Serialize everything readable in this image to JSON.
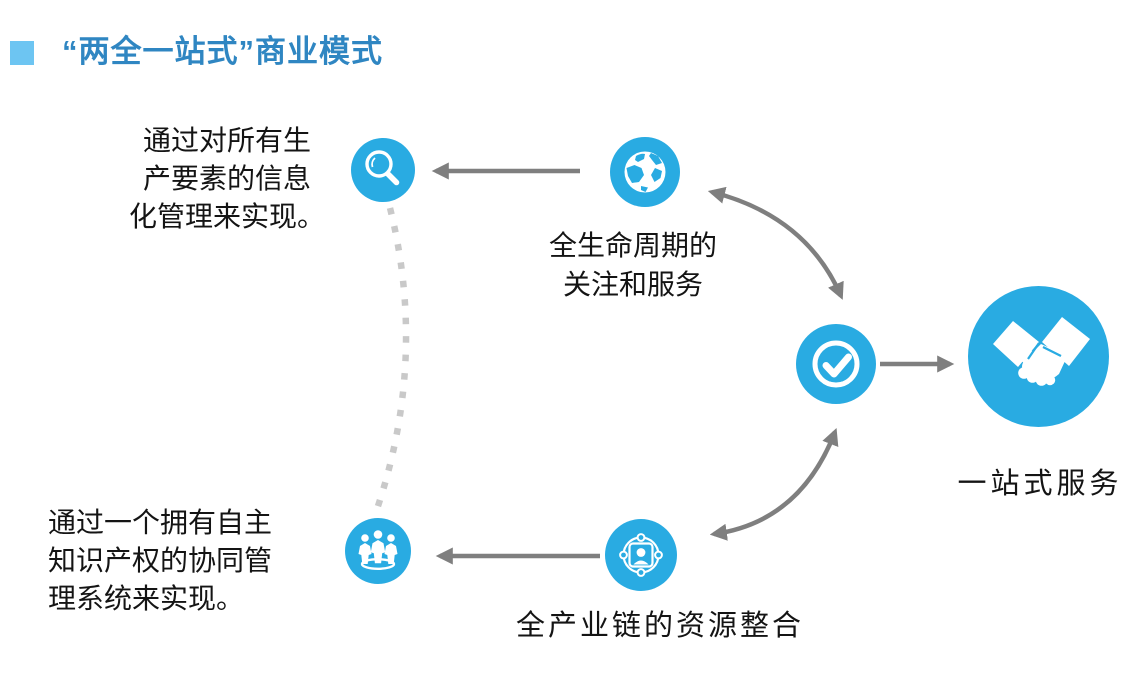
{
  "title": "“两全一站式”商业模式",
  "annotations": {
    "top_left": {
      "lines": [
        "通过对所有生",
        "产要素的信息",
        "化管理来实现。"
      ]
    },
    "bottom_left": {
      "lines": [
        "通过一个拥有自主",
        "知识产权的协同管",
        "理系统来实现。"
      ]
    }
  },
  "nodes": {
    "lifecycle": {
      "icon": "globe-icon",
      "label_lines": [
        "全生命周期的",
        "关注和服务"
      ]
    },
    "industry_chain": {
      "icon": "user-network-icon",
      "label": "全产业链的资源整合"
    },
    "one_stop": {
      "icon": "handshake-icon",
      "label": "一站式服务"
    },
    "info_search": {
      "icon": "search-icon"
    },
    "collaboration_team": {
      "icon": "team-icon"
    },
    "check": {
      "icon": "check-circle-icon"
    }
  },
  "colors": {
    "node_blue": "#29ABE2",
    "title_blue": "#2F86C2",
    "bullet_blue": "#6DC5F2",
    "arrow_gray": "#7F7F7F",
    "dotted_gray": "#C9C9C9",
    "text_black": "#141414",
    "background": "#FFFFFF"
  }
}
